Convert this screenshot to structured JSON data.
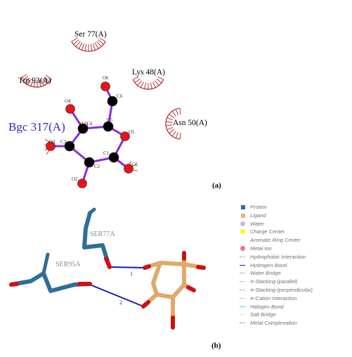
{
  "panel_a": {
    "label": "(a)",
    "ligand_name": "Bgc 317(A)",
    "residues": [
      {
        "name": "Ser 77(A)"
      },
      {
        "name": "Lys 48(A)"
      },
      {
        "name": "Trp 93(A)"
      },
      {
        "name": "Asn 50(A)"
      }
    ],
    "atoms": [
      "O6",
      "C6",
      "O4",
      "C4",
      "C5",
      "O5",
      "C3",
      "O3",
      "C1",
      "O1",
      "C2",
      "O2"
    ],
    "colors": {
      "carbon": "#000000",
      "oxygen": "#e8141a",
      "bond": "#8a2be2",
      "hydrophobic": "#b22222",
      "ligand_label": "#3a1ec8"
    }
  },
  "panel_b": {
    "label": "(b)",
    "residues": [
      {
        "name": "SER77A"
      },
      {
        "name": "SER95A"
      }
    ],
    "bond_labels": [
      "1",
      "2"
    ],
    "colors": {
      "protein": "#2e6f99",
      "ligand": "#e0a96a",
      "oxygen": "#d01010",
      "hbond": "#1a1ab0",
      "residue_label": "#8c8c8c"
    }
  },
  "legend": [
    {
      "label": "Protein",
      "shape": "square",
      "color": "#2e6f99"
    },
    {
      "label": "Ligand",
      "shape": "square",
      "color": "#f2b36b"
    },
    {
      "label": "Water",
      "shape": "circle",
      "color": "#c8b8e8"
    },
    {
      "label": "Charge Center",
      "shape": "circle",
      "color": "#ffff00"
    },
    {
      "label": "Aromatic Ring Center",
      "shape": "none",
      "color": "#ffffff"
    },
    {
      "label": "Metal Ion",
      "shape": "circle",
      "color": "#ff66aa"
    },
    {
      "label": "Hydrophobic Interaction",
      "shape": "dots",
      "color": "#888888"
    },
    {
      "label": "Hydrogen Bond",
      "shape": "line",
      "color": "#1a1ab0"
    },
    {
      "label": "Water Bridge",
      "shape": "line",
      "color": "#b8a8e0"
    },
    {
      "label": "π-Stacking (parallel)",
      "shape": "dots",
      "color": "#55cc55"
    },
    {
      "label": "π-Stacking (perpendicular)",
      "shape": "dots",
      "color": "#66aa66"
    },
    {
      "label": "π-Cation Interaction",
      "shape": "dots",
      "color": "#ff8866"
    },
    {
      "label": "Halogen Bond",
      "shape": "line",
      "color": "#33dddd"
    },
    {
      "label": "Salt Bridge",
      "shape": "dots",
      "color": "#ffcc66"
    },
    {
      "label": "Metal Complexation",
      "shape": "dots",
      "color": "#777777"
    }
  ]
}
